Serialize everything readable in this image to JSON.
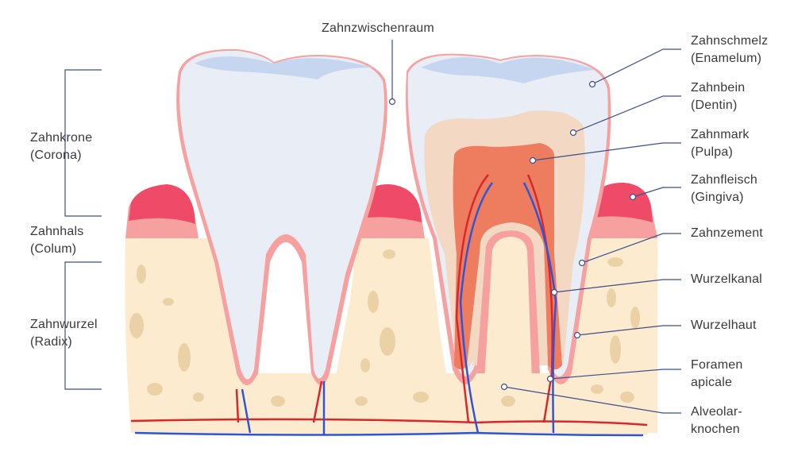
{
  "colors": {
    "enamel": "#e9edf5",
    "enamel_top": "#c7d6f0",
    "dentin": "#f3d8c3",
    "pulp": "#ee7d60",
    "gum_dark": "#ef4a68",
    "gum_light": "#f6a1a0",
    "bone": "#fdebd0",
    "bone_spots": "#ebd2a6",
    "artery": "#d8282b",
    "vein": "#2f55d6",
    "leader": "#3d4f8a"
  },
  "labels": {
    "interdental": "Zahnzwischenraum",
    "crown": [
      "Zahnkrone",
      "(Corona)"
    ],
    "neck": [
      "Zahnhals",
      "(Colum)"
    ],
    "root": [
      "Zahnwurzel",
      "(Radix)"
    ],
    "enamel": [
      "Zahnschmelz",
      "(Enamelum)"
    ],
    "dentin": [
      "Zahnbein",
      "(Dentin)"
    ],
    "pulp": [
      "Zahnmark",
      "(Pulpa)"
    ],
    "gingiva": [
      "Zahnfleisch",
      "(Gingiva)"
    ],
    "cementum": [
      "Zahnzement"
    ],
    "root_canal": [
      "Wurzelkanal"
    ],
    "periodontium": [
      "Wurzelhaut"
    ],
    "foramen": [
      "Foramen",
      "apicale"
    ],
    "bone": [
      "Alveolar-",
      "knochen"
    ]
  }
}
